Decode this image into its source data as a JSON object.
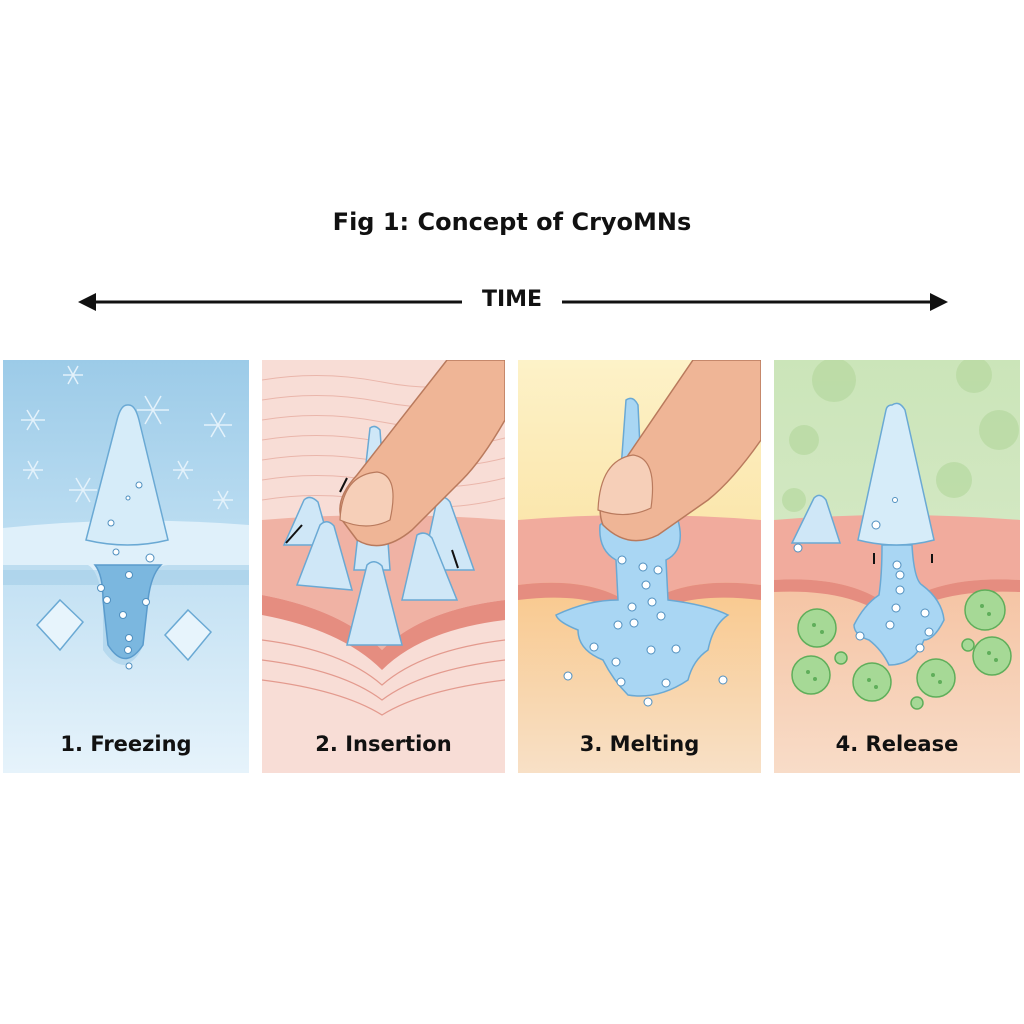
{
  "title": "Fig 1: Concept of CryoMNs",
  "timeline": {
    "label": "TIME"
  },
  "panels": [
    {
      "label": "1. Freezing",
      "bg": "#a9d3ec"
    },
    {
      "label": "2. Insertion",
      "bg": "#f6d6cf"
    },
    {
      "label": "3. Melting",
      "bg": "#fbeab8"
    },
    {
      "label": "4. Release",
      "bg": "#cfe6bf"
    }
  ],
  "colors": {
    "ice": "#bfe0f5",
    "ice_stroke": "#6aa9d4",
    "skin": "#f2b8a8",
    "finger": "#efb596",
    "cell": "#9fd38f"
  }
}
